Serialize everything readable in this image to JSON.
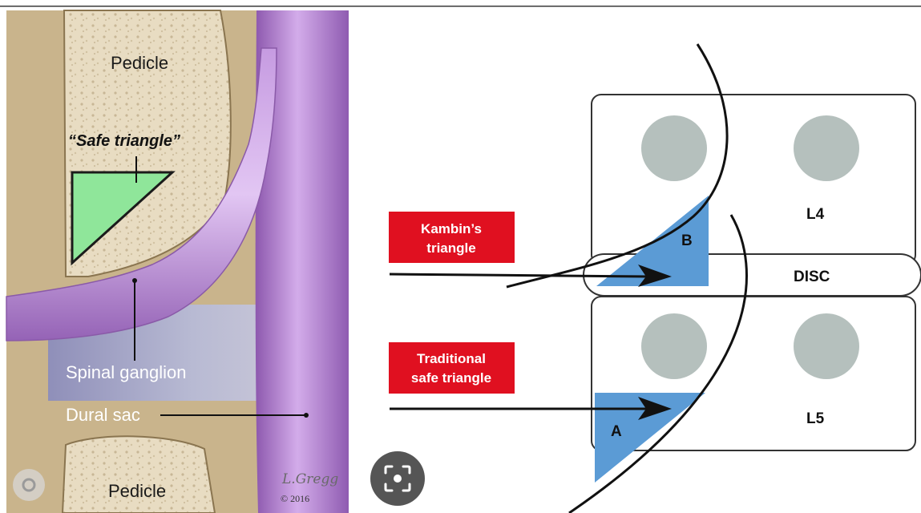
{
  "left_panel": {
    "pedicle_top": "Pedicle",
    "safe_triangle": "“Safe triangle”",
    "spinal_ganglion": "Spinal ganglion",
    "dural_sac": "Dural sac",
    "pedicle_bottom": "Pedicle",
    "signature": "L.Gregg",
    "copyright": "© 2016",
    "search_icon": "image-search-icon"
  },
  "right_panel": {
    "kambin_line1": "Kambin’s",
    "kambin_line2": "triangle",
    "traditional_line1": "Traditional",
    "traditional_line2": "safe triangle",
    "label_l4": "L4",
    "label_disc": "DISC",
    "label_l5": "L5",
    "label_a": "A",
    "label_b": "B",
    "search_icon": "lens-search-icon"
  },
  "colors": {
    "red_box": "#e01020",
    "blue_triangle": "#5b9bd5",
    "green_triangle": "#8fe69a",
    "nerve_purple": "#b884d6",
    "bone": "#e9dcc0",
    "circle_gray": "#b5c0bd"
  }
}
